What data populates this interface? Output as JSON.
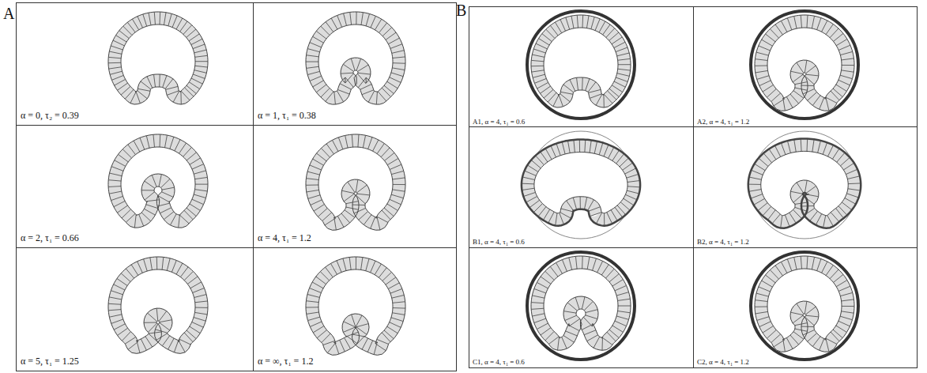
{
  "diagram": {
    "labels": [
      "A",
      "α = 0, τ₂ = 0.39",
      "α = 1, τ₁ = 0.38",
      "α = 2, τ₁ = 0.66",
      "α = 4, τ₁ = 1.2",
      "α = 5, τ₁ = 1.25",
      "α = ∞, τ₁ = 1.2",
      "B",
      "A1, α = 4, τ₁ = 0.6",
      "A2, α = 4, τ₁ = 1.2",
      "B1, α = 4, τ₁ = 0.6",
      "B2, α = 4, τ₁ = 1.2",
      "C1, α = 4, τ₁ = 0.6",
      "C2, α = 4, τ₁ = 1.2"
    ]
  }
}
